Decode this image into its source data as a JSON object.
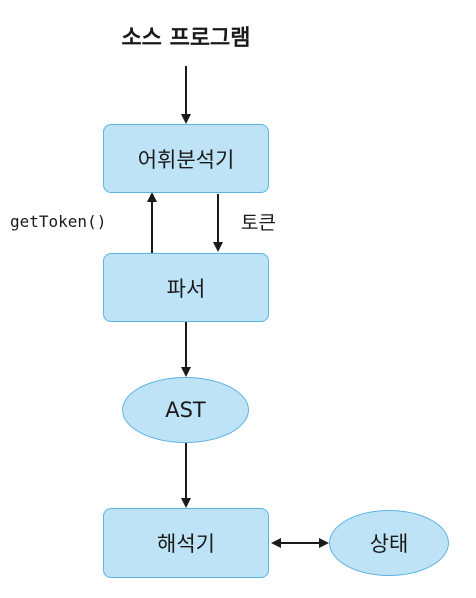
{
  "title": "소스 프로그램",
  "nodes": {
    "lexer": "어휘분석기",
    "parser": "파서",
    "ast": "AST",
    "interpreter": "해석기",
    "state": "상태"
  },
  "edge_labels": {
    "get_token": "getToken()",
    "token": "토큰"
  },
  "colors": {
    "node_fill": "#bfe3f6",
    "node_border": "#5cb3e4",
    "arrow": "#1a1a1a"
  }
}
